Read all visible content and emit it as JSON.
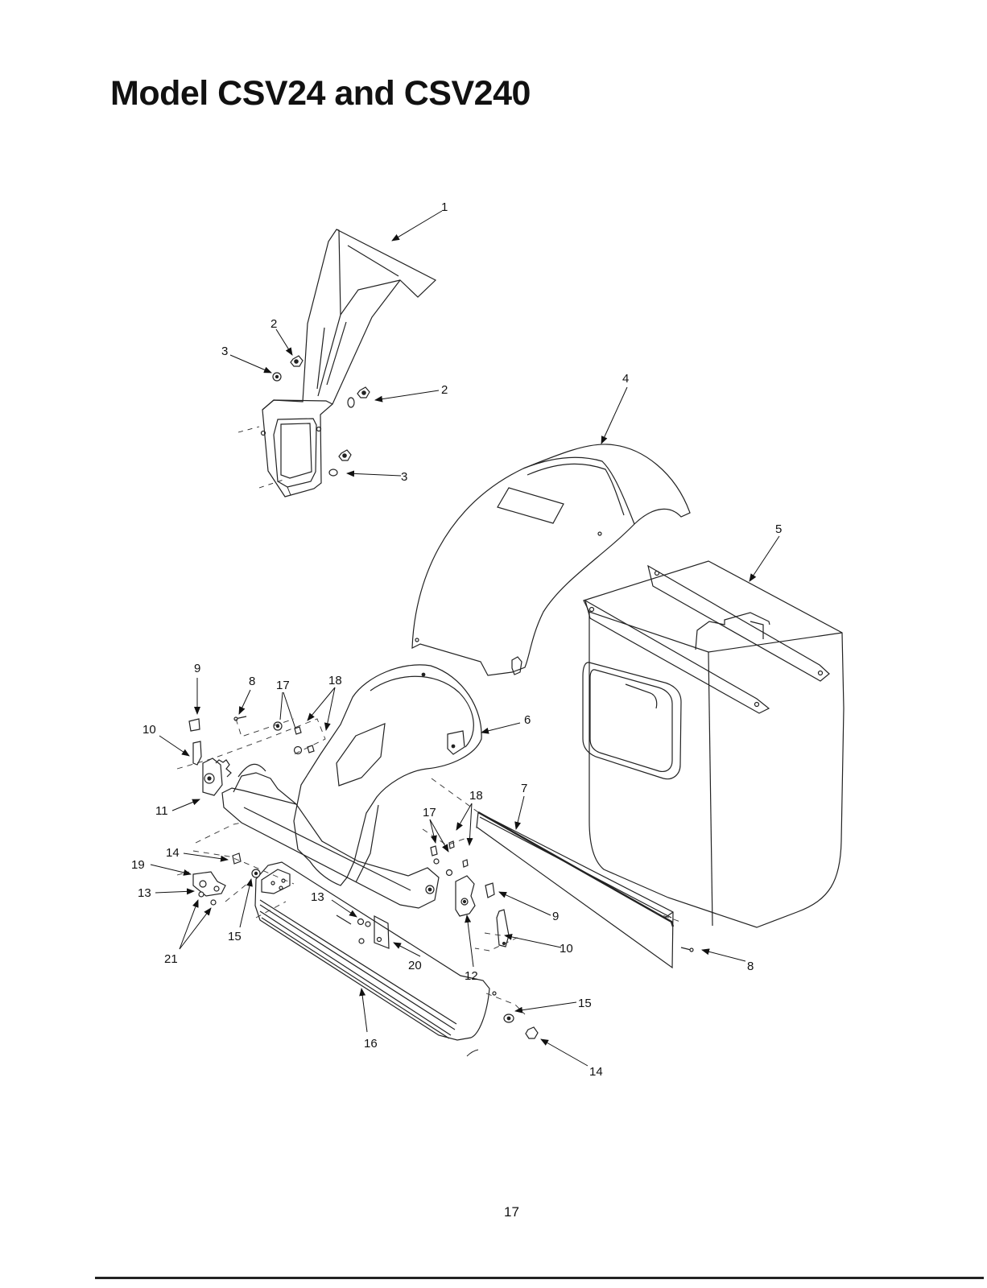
{
  "page": {
    "title": "Model CSV24 and CSV240",
    "page_number": "17"
  },
  "diagram": {
    "type": "exploded-parts-diagram",
    "callouts": [
      {
        "id": "c1a",
        "label": "1"
      },
      {
        "id": "c2a",
        "label": "2"
      },
      {
        "id": "c3a",
        "label": "3"
      },
      {
        "id": "c2b",
        "label": "2"
      },
      {
        "id": "c3b",
        "label": "3"
      },
      {
        "id": "c4a",
        "label": "4"
      },
      {
        "id": "c5a",
        "label": "5"
      },
      {
        "id": "c9a",
        "label": "9"
      },
      {
        "id": "c8a",
        "label": "8"
      },
      {
        "id": "c17a",
        "label": "17"
      },
      {
        "id": "c18a",
        "label": "18"
      },
      {
        "id": "c10a",
        "label": "10"
      },
      {
        "id": "c6a",
        "label": "6"
      },
      {
        "id": "c11a",
        "label": "11"
      },
      {
        "id": "c18b",
        "label": "18"
      },
      {
        "id": "c7a",
        "label": "7"
      },
      {
        "id": "c17b",
        "label": "17"
      },
      {
        "id": "c14a",
        "label": "14"
      },
      {
        "id": "c19a",
        "label": "19"
      },
      {
        "id": "c13a",
        "label": "13"
      },
      {
        "id": "c13b",
        "label": "13"
      },
      {
        "id": "c9b",
        "label": "9"
      },
      {
        "id": "c15a",
        "label": "15"
      },
      {
        "id": "c10b",
        "label": "10"
      },
      {
        "id": "c21a",
        "label": "21"
      },
      {
        "id": "c20a",
        "label": "20"
      },
      {
        "id": "c12a",
        "label": "12"
      },
      {
        "id": "c8b",
        "label": "8"
      },
      {
        "id": "c15b",
        "label": "15"
      },
      {
        "id": "c16a",
        "label": "16"
      },
      {
        "id": "c14b",
        "label": "14"
      }
    ]
  }
}
